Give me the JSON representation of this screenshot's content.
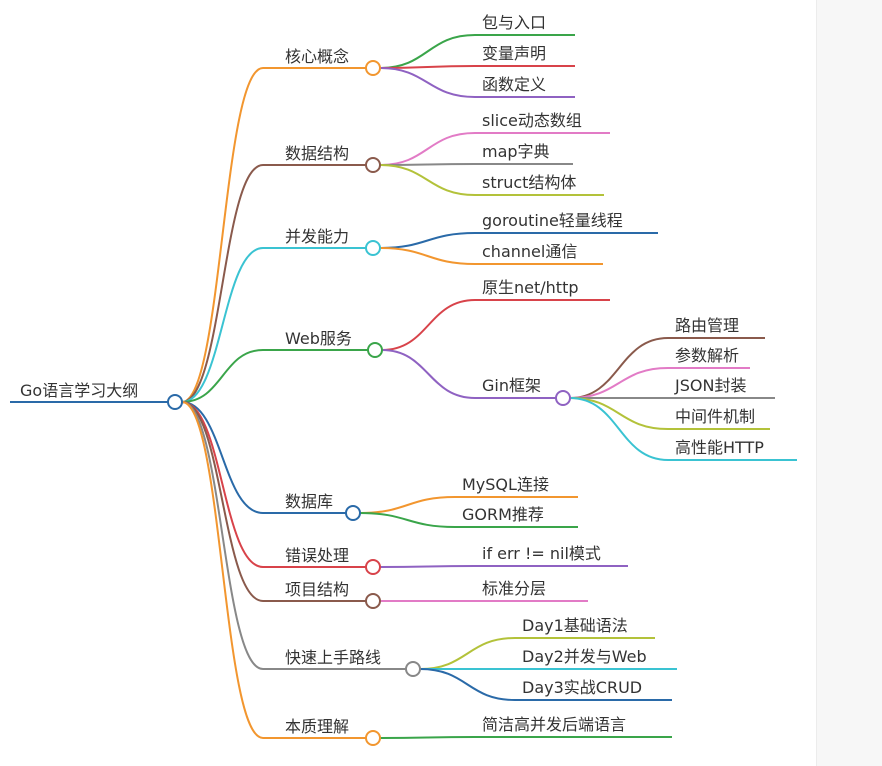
{
  "mindmap": {
    "root": {
      "label": "Go语言学习大纲",
      "color": "#2a6aa8"
    },
    "branches": [
      {
        "label": "核心概念",
        "color": "#f2962f",
        "children": [
          {
            "label": "包与入口",
            "color": "#3aa54a"
          },
          {
            "label": "变量声明",
            "color": "#d8434a"
          },
          {
            "label": "函数定义",
            "color": "#8f62c2"
          }
        ]
      },
      {
        "label": "数据结构",
        "color": "#8a5a4c",
        "children": [
          {
            "label": "slice动态数组",
            "color": "#e27bc6"
          },
          {
            "label": "map字典",
            "color": "#888888"
          },
          {
            "label": "struct结构体",
            "color": "#b3c23a"
          }
        ]
      },
      {
        "label": "并发能力",
        "color": "#3ac3d2",
        "children": [
          {
            "label": "goroutine轻量线程",
            "color": "#2a6aa8"
          },
          {
            "label": "channel通信",
            "color": "#f2962f"
          }
        ]
      },
      {
        "label": "Web服务",
        "color": "#3aa54a",
        "children": [
          {
            "label": "原生net/http",
            "color": "#d8434a"
          },
          {
            "label": "Gin框架",
            "color": "#8f62c2",
            "children": [
              {
                "label": "路由管理",
                "color": "#8a5a4c"
              },
              {
                "label": "参数解析",
                "color": "#e27bc6"
              },
              {
                "label": "JSON封装",
                "color": "#888888"
              },
              {
                "label": "中间件机制",
                "color": "#b3c23a"
              },
              {
                "label": "高性能HTTP",
                "color": "#3ac3d2"
              }
            ]
          }
        ]
      },
      {
        "label": "数据库",
        "color": "#2a6aa8",
        "children": [
          {
            "label": "MySQL连接",
            "color": "#f2962f"
          },
          {
            "label": "GORM推荐",
            "color": "#3aa54a"
          }
        ]
      },
      {
        "label": "错误处理",
        "color": "#d8434a",
        "children": [
          {
            "label": "if err != nil模式",
            "color": "#8f62c2"
          }
        ]
      },
      {
        "label": "项目结构",
        "color": "#8a5a4c",
        "children": [
          {
            "label": "标准分层",
            "color": "#e27bc6"
          }
        ]
      },
      {
        "label": "快速上手路线",
        "color": "#888888",
        "children": [
          {
            "label": "Day1基础语法",
            "color": "#b3c23a"
          },
          {
            "label": "Day2并发与Web",
            "color": "#3ac3d2"
          },
          {
            "label": "Day3实战CRUD",
            "color": "#2a6aa8"
          }
        ]
      },
      {
        "label": "本质理解",
        "color": "#f2962f",
        "children": [
          {
            "label": "简洁高并发后端语言",
            "color": "#3aa54a"
          }
        ]
      }
    ]
  }
}
